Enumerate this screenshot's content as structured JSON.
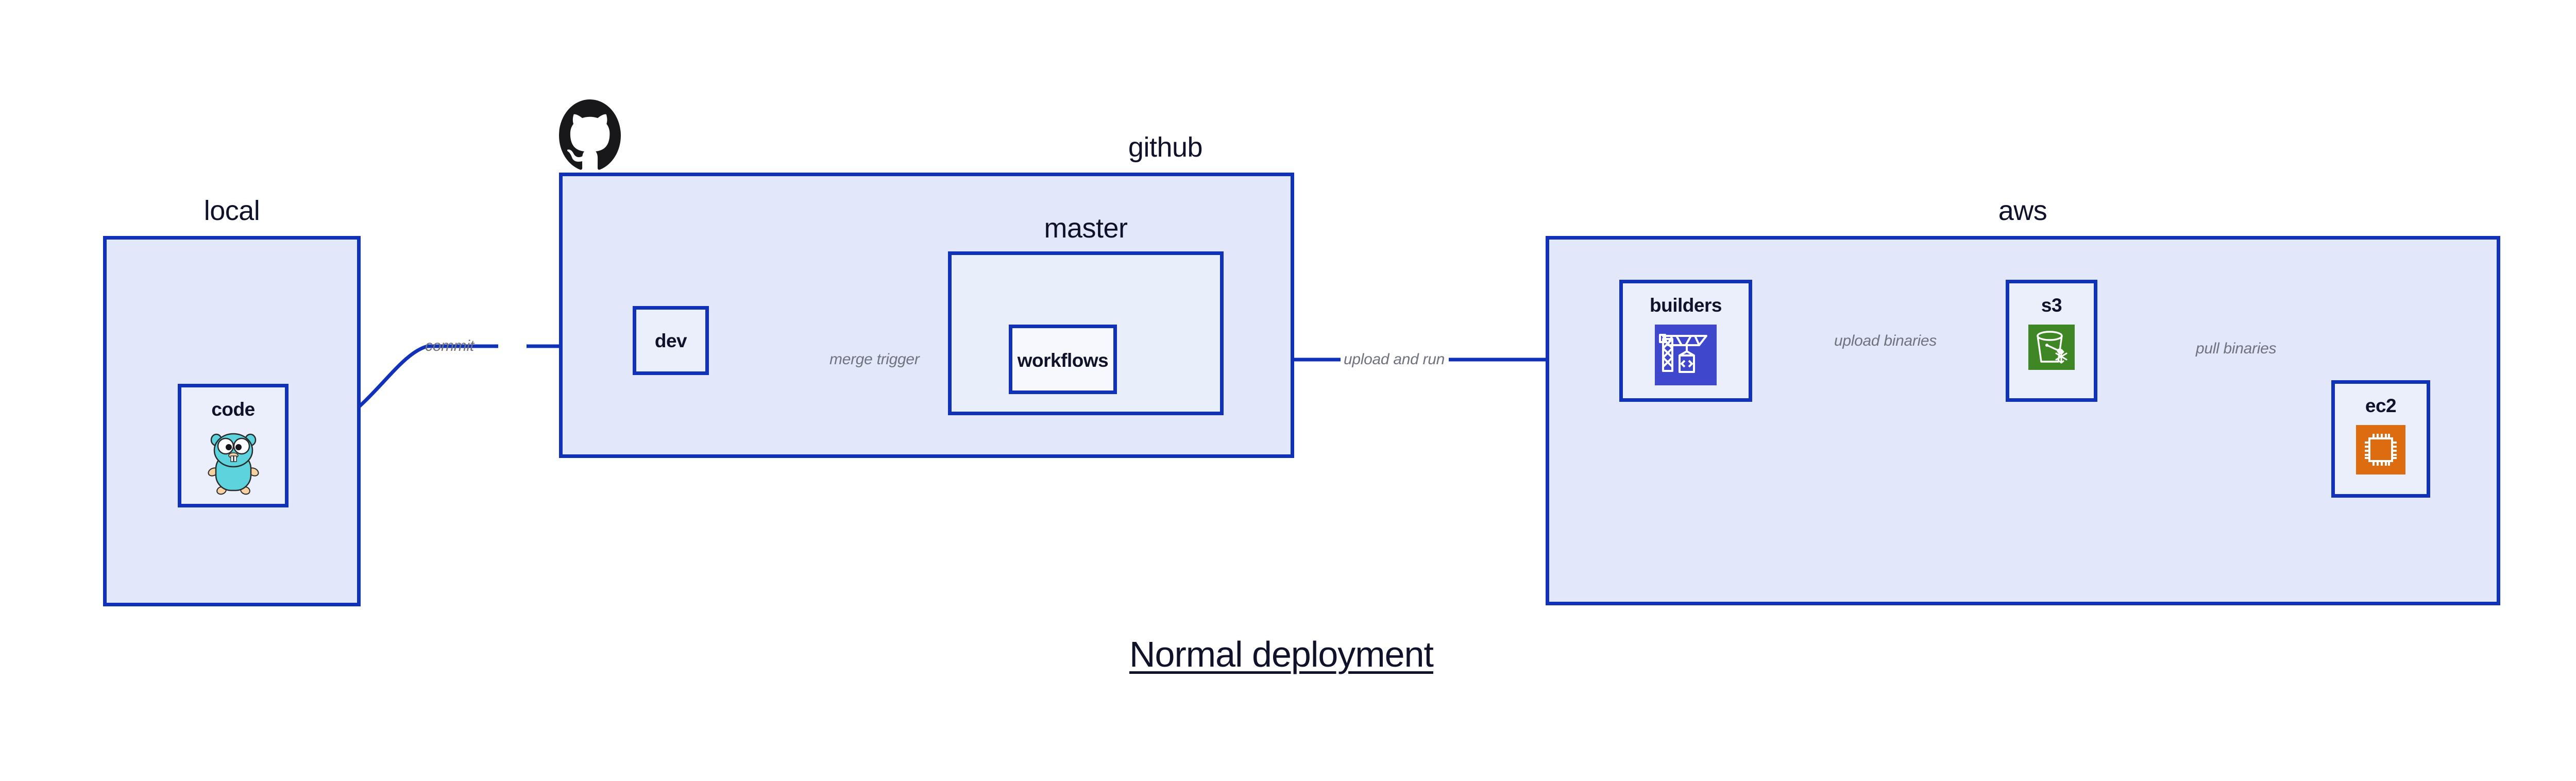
{
  "diagram": {
    "title": "Normal deployment",
    "colors": {
      "border": "#1032b9",
      "group_fill": "#e2e7fa",
      "node_fill": "#eaeffb",
      "edge_line": "#1032b9",
      "edge_label_text": "#70727e",
      "text": "#10122b",
      "codebuild_blue": "#3f48cc",
      "s3_green": "#3f8624",
      "ec2_orange": "#dd6b10",
      "gopher_cyan": "#5cd3dd",
      "github_black": "#18181b"
    },
    "groups": [
      {
        "id": "local",
        "label": "local"
      },
      {
        "id": "github",
        "label": "github"
      },
      {
        "id": "master",
        "label": "master"
      },
      {
        "id": "aws",
        "label": "aws"
      }
    ],
    "nodes": [
      {
        "id": "code",
        "label": "code",
        "icon": "go-gopher-icon"
      },
      {
        "id": "dev",
        "label": "dev",
        "icon": "none"
      },
      {
        "id": "workflows",
        "label": "workflows",
        "icon": "none"
      },
      {
        "id": "builders",
        "label": "builders",
        "icon": "aws-codebuild-icon"
      },
      {
        "id": "s3",
        "label": "s3",
        "icon": "aws-s3-icon"
      },
      {
        "id": "ec2",
        "label": "ec2",
        "icon": "aws-ec2-icon"
      }
    ],
    "edges": [
      {
        "id": "commit",
        "label": "commit",
        "from": "code",
        "to": "dev"
      },
      {
        "id": "merge-trigger",
        "label": "merge trigger",
        "from": "dev",
        "to": "workflows"
      },
      {
        "id": "upload-and-run",
        "label": "upload and run",
        "from": "workflows",
        "to": "builders"
      },
      {
        "id": "upload-binaries",
        "label": "upload binaries",
        "from": "builders",
        "to": "s3"
      },
      {
        "id": "pull-binaries",
        "label": "pull binaries",
        "from": "s3",
        "to": "ec2"
      }
    ],
    "logos": [
      {
        "id": "github-octocat",
        "icon": "github-octocat-icon"
      }
    ]
  }
}
